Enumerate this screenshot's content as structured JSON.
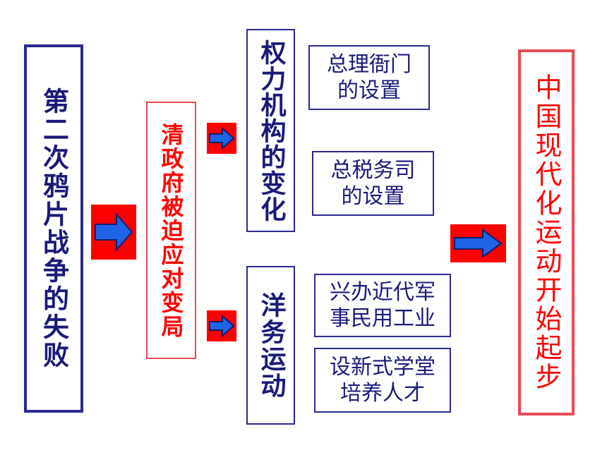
{
  "colors": {
    "navy": "#2b2b8f",
    "red": "#e84a55",
    "text_red": "#ff0000",
    "text_navy": "#1a1a7a",
    "arrow_bg": "#ff0000",
    "arrow_fill": "#1e64e6"
  },
  "left": {
    "label": "第二次鸦片战争的失败"
  },
  "middle": {
    "label": "清政府被迫应对变局"
  },
  "branch_top": {
    "label": "权力机构的变化",
    "items": [
      {
        "line1": "总理衙门",
        "line2": "的设置"
      },
      {
        "line1": "总税务司",
        "line2": "的设置"
      }
    ]
  },
  "branch_bottom": {
    "label": "洋务运动",
    "items": [
      {
        "line1": "兴办近代军",
        "line2": "事民用工业"
      },
      {
        "line1": "设新式学堂",
        "line2": "培养人才"
      }
    ]
  },
  "result": {
    "label": "中国现代化运动开始起步"
  },
  "icons": [
    "arrow-right-icon"
  ]
}
